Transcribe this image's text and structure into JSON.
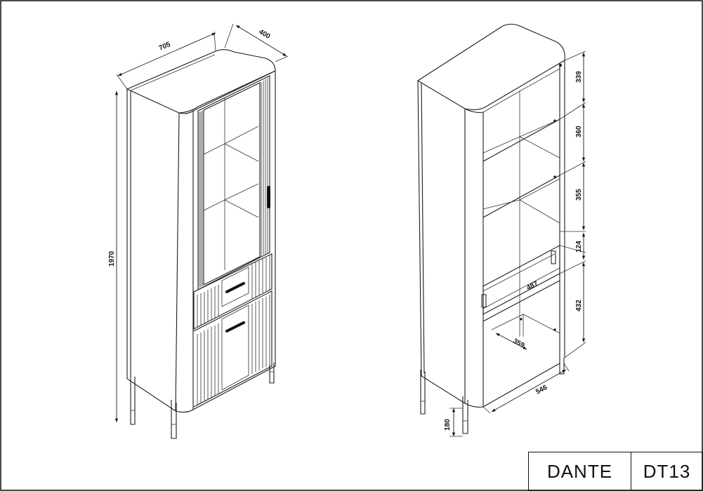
{
  "product": {
    "name": "DANTE",
    "code": "DT13"
  },
  "dimensions": {
    "width": "705",
    "depth": "400",
    "height": "1970",
    "shelf_1": "339",
    "shelf_2": "360",
    "shelf_3": "355",
    "drawer_gap": "124",
    "lower_compartment": "432",
    "leg_height": "180",
    "drawer_width": "487",
    "inner_depth": "359",
    "inner_width": "546"
  }
}
